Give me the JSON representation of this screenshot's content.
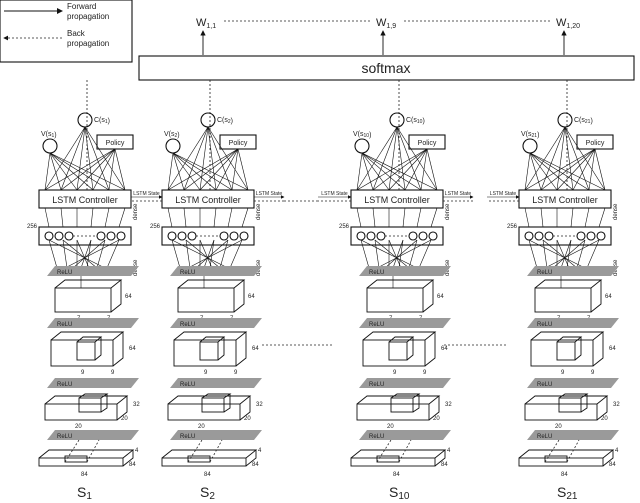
{
  "legend": {
    "forward": "Forward propagation",
    "forward_line1": "Forward",
    "forward_line2": "propagation",
    "back": "Back propagation",
    "back_line1": "Back",
    "back_line2": "propagation"
  },
  "softmax_label": "softmax",
  "outputs": [
    {
      "label": "W",
      "sub": "1,1"
    },
    {
      "label": "W",
      "sub": "1,9"
    },
    {
      "label": "W",
      "sub": "1,20"
    }
  ],
  "labels": {
    "value": "V(s",
    "cost": "C(s",
    "policy": "Policy",
    "controller": "LSTM Controller",
    "dense": "dense",
    "relu": "ReLU",
    "units_256": "256",
    "lstm_state": "LSTM State",
    "dots": "·········"
  },
  "dims": {
    "c64": "64",
    "c7": "7",
    "c9": "9",
    "c32": "32",
    "c20": "20",
    "c4": "4",
    "c84": "84"
  },
  "columns": [
    {
      "name": "S",
      "sub": "1"
    },
    {
      "name": "S",
      "sub": "2"
    },
    {
      "name": "S",
      "sub": "10"
    },
    {
      "name": "S",
      "sub": "21"
    }
  ]
}
